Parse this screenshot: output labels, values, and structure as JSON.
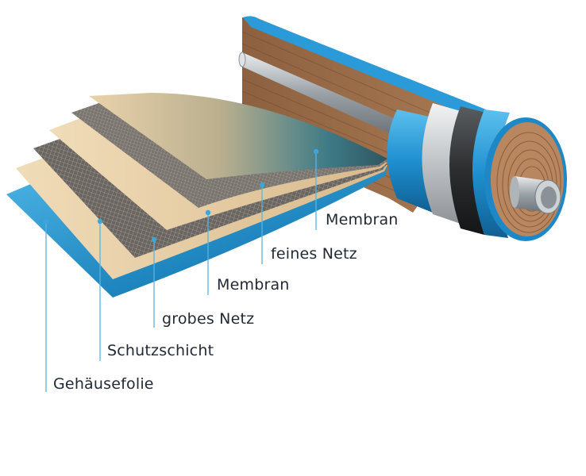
{
  "diagram": {
    "layers": [
      {
        "label": "Membran"
      },
      {
        "label": "feines Netz"
      },
      {
        "label": "Membran"
      },
      {
        "label": "grobes Netz"
      },
      {
        "label": "Schutzschicht"
      },
      {
        "label": "Gehäusefolie"
      }
    ]
  },
  "colors": {
    "accent_blue": "#2f9fd6",
    "leader_line": "#5bb4df",
    "membrane_tan": "#e3c9a0",
    "mesh_dark": "#6f6a66",
    "wood_brown": "#9a6b45",
    "pipe_gray": "#b9bec2"
  }
}
